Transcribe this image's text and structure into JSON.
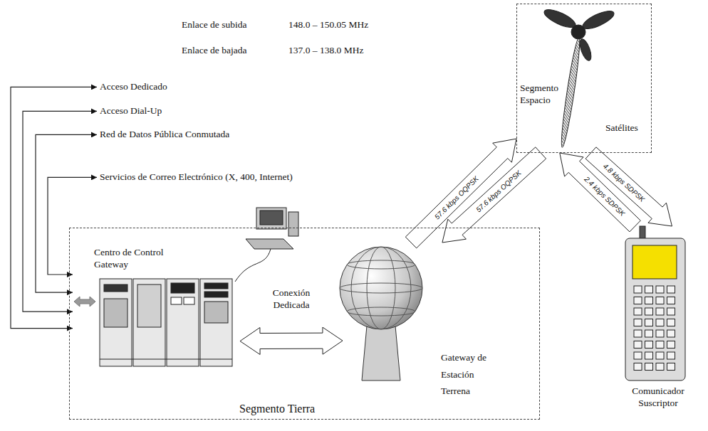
{
  "diagram": {
    "nodes": [
      {
        "text": [
          "Acceso Dedicado"
        ]
      },
      {
        "text": [
          "Acceso Dial-Up"
        ]
      },
      {
        "text": [
          "Red de Datos Pública Conmutada"
        ]
      },
      {
        "text": [
          "Segmento Espacio"
        ]
      },
      {
        "text": [
          "Servicios de Correo Electrónico (X, 400, Internet)"
        ]
      },
      {
        "text": [
          "Segmento Tierra"
        ]
      },
      {
        "text": [
          "Centro de Control Gateway"
        ],
        "in": 5
      },
      {
        "text": [
          "Gateway de Estación Terrena"
        ],
        "in": 5
      },
      {
        "text": [
          "Comunicador Suscriptor"
        ]
      }
    ],
    "edges": [
      {
        "from": 6,
        "to": 0,
        "arrow": "both"
      },
      {
        "from": 6,
        "to": 1,
        "arrow": "both"
      },
      {
        "from": 6,
        "to": 2,
        "arrow": "both"
      },
      {
        "from": 6,
        "to": 4,
        "arrow": "both"
      },
      {
        "from": 6,
        "to": 7,
        "label": "Conexión Dedicada",
        "arrow": "both"
      },
      {
        "from": 7,
        "to": 3,
        "label": "57.6 kbps OQPSK",
        "arrow": "to"
      },
      {
        "from": 3,
        "to": 7,
        "label": "57.6 kbps OQPSK",
        "arrow": "to"
      },
      {
        "from": 3,
        "to": 8,
        "label": "4.8 kbps SDPSK",
        "arrow": "to"
      },
      {
        "from": 8,
        "to": 3,
        "label": "2.4 kbps SDPSK",
        "arrow": "to"
      }
    ],
    "labels": [
      "Enlace de subida",
      "148.0 – 150.05 MHz",
      "Enlace de bajada",
      "137.0 – 138.0 MHz",
      "Satélites"
    ]
  }
}
